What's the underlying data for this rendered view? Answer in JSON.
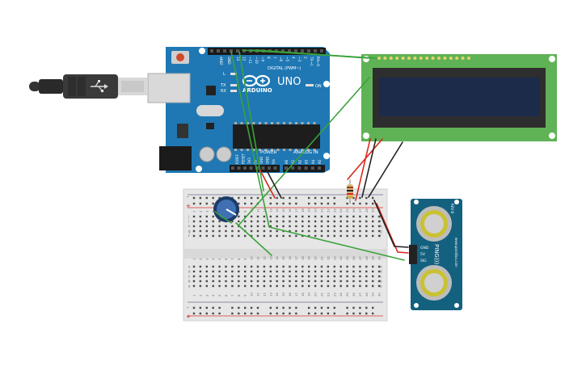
{
  "arduino": {
    "logo_text": "ARDUINO",
    "model": "UNO",
    "digital_label": "DIGITAL (PWM~)",
    "power_label": "POWER",
    "analog_label": "ANALOG IN",
    "l_label": "L",
    "tx_label": "TX",
    "rx_label": "RX",
    "on_label": "ON",
    "ioref_label": "IOREF",
    "aref_label": "AREF",
    "gnd_label": "GND",
    "digital_pins": [
      "13",
      "12",
      "~11",
      "~10",
      "~9",
      "8",
      "7",
      "~6",
      "~5",
      "4",
      "~3",
      "2",
      "TX→1",
      "RX←0"
    ],
    "power_pins": [
      "IOREF",
      "RESET",
      "3V3",
      "5V",
      "GND",
      "GND",
      "Vin"
    ],
    "analog_pins": [
      "A0",
      "A1",
      "A2",
      "A3",
      "A4",
      "A5"
    ]
  },
  "breadboard": {
    "column_numbers": [
      "1",
      "2",
      "3",
      "4",
      "5",
      "6",
      "7",
      "8",
      "9",
      "10",
      "11",
      "12",
      "13",
      "14",
      "15",
      "16",
      "17",
      "18",
      "19",
      "20",
      "21",
      "22",
      "23",
      "24",
      "25",
      "26",
      "27",
      "28",
      "29",
      "30"
    ],
    "row_letters_top": [
      "a",
      "b",
      "c",
      "d",
      "e"
    ],
    "row_letters_bottom": [
      "f",
      "g",
      "h",
      "i",
      "j"
    ],
    "rail_plus": "+",
    "rail_minus": "-"
  },
  "ping_sensor": {
    "name": "PING)))",
    "pin_labels": [
      "GND",
      "5V",
      "SIG"
    ],
    "vendor": "www.parallax.com",
    "rev": "REV B"
  },
  "colors": {
    "arduino_blue": "#1f78b4",
    "lcd_green": "#5fb356",
    "lcd_screen": "#1c2b4a",
    "wire_green": "#3aa33a",
    "wire_red": "#d9261c",
    "wire_black": "#222222",
    "ping_teal": "#14607f",
    "breadboard": "#e6e6e6"
  }
}
